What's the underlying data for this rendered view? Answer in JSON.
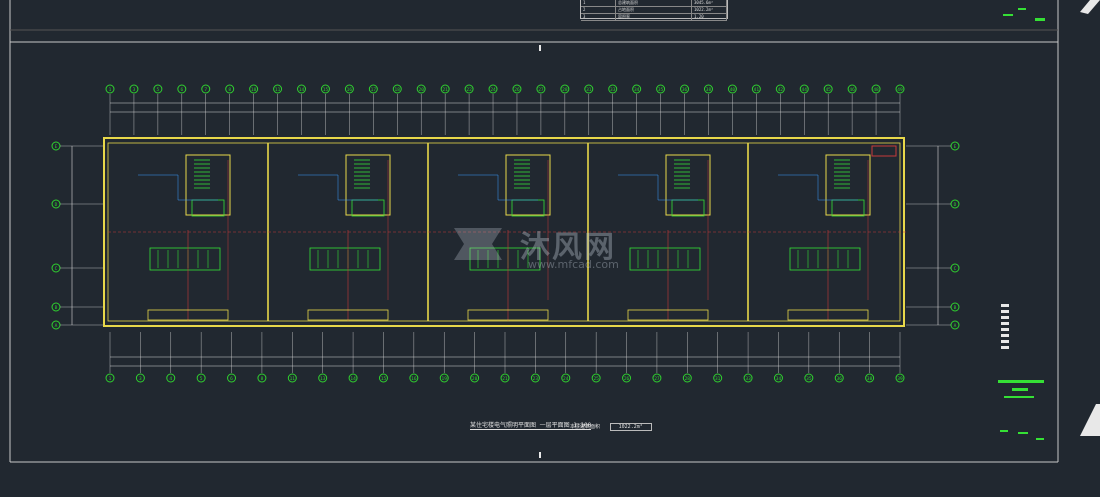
{
  "colors": {
    "background": "#212830",
    "sheet_border": "#c8c8c8",
    "grid_circle": "#2fd12f",
    "dimension": "#d8d8d8",
    "wall": "#e8d84a",
    "partition": "#c83a3a",
    "stair": "#35e035",
    "furniture": "#3a9cff",
    "title_text": "#e0e0e0"
  },
  "drawing": {
    "grid_labels_top": [
      "1",
      "3",
      "5",
      "6",
      "7",
      "8",
      "10",
      "11",
      "14",
      "15",
      "16",
      "17",
      "18",
      "20",
      "21",
      "22",
      "24",
      "26",
      "27",
      "28",
      "31",
      "33",
      "34",
      "35",
      "36",
      "38",
      "40",
      "41",
      "42",
      "44",
      "45",
      "46",
      "48",
      "49"
    ],
    "grid_labels_bottom": [
      "1",
      "3",
      "4",
      "5",
      "6",
      "8",
      "11",
      "13",
      "14",
      "15",
      "16",
      "19",
      "20",
      "21",
      "23",
      "24",
      "25",
      "26",
      "27",
      "28",
      "31",
      "33",
      "34",
      "35",
      "36",
      "38",
      "39"
    ],
    "grid_labels_left": [
      "E",
      "D",
      "C",
      "B",
      "A"
    ],
    "grid_labels_right": [
      "E",
      "D",
      "C",
      "B",
      "A"
    ],
    "plan_title": "某住宅楼电气照明平面图 一层平面图 1:100",
    "plan_scale_note": "本层建筑面积",
    "area_value": "1022.2m²"
  },
  "table": {
    "rows": [
      [
        "1",
        "总建筑面积",
        "3045.6m²"
      ],
      [
        "2",
        "占地面积",
        "1022.2m²"
      ],
      [
        "3",
        "容积率",
        "1.20"
      ]
    ]
  },
  "watermark": {
    "brand": "沐风网",
    "url": "www.mfcad.com"
  }
}
